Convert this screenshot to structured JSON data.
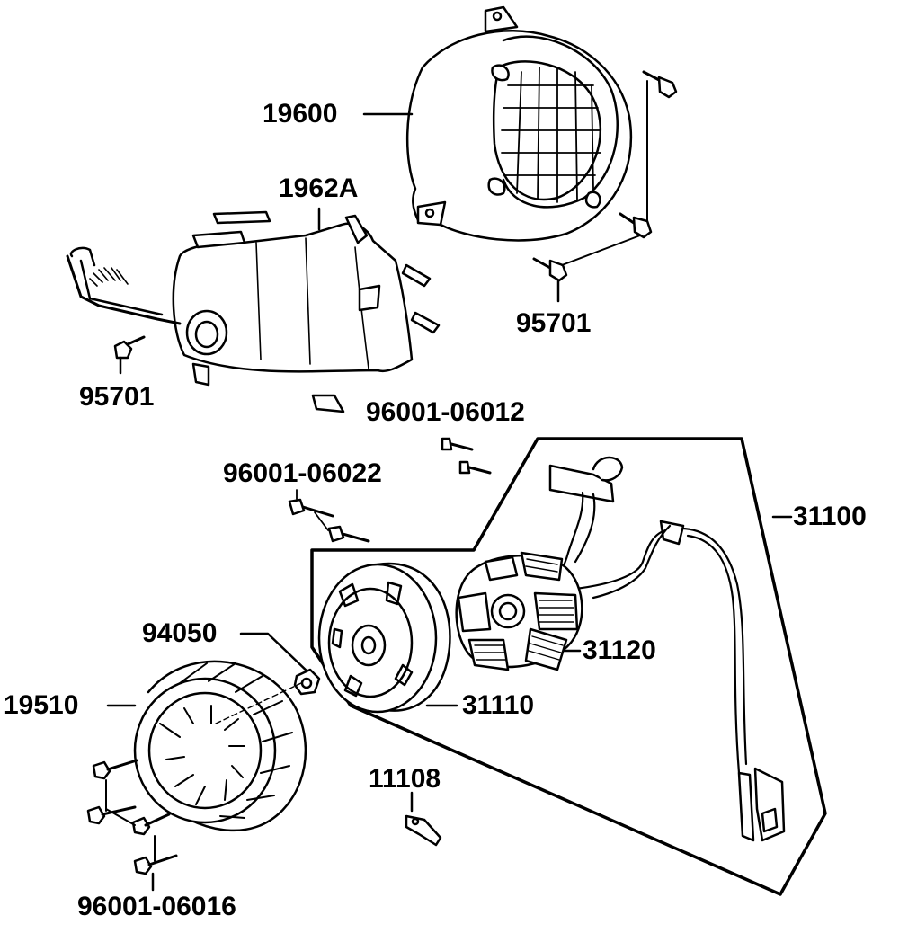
{
  "labels": {
    "p19600": "19600",
    "p1962A": "1962A",
    "p95701_right": "95701",
    "p95701_left": "95701",
    "p96001_06012": "96001-06012",
    "p96001_06022": "96001-06022",
    "p31100": "31100",
    "p94050": "94050",
    "p31120": "31120",
    "p19510": "19510",
    "p31110": "31110",
    "p11108": "11108",
    "p96001_06016": "96001-06016"
  },
  "colors": {
    "ink": "#000000",
    "paper": "#ffffff"
  }
}
